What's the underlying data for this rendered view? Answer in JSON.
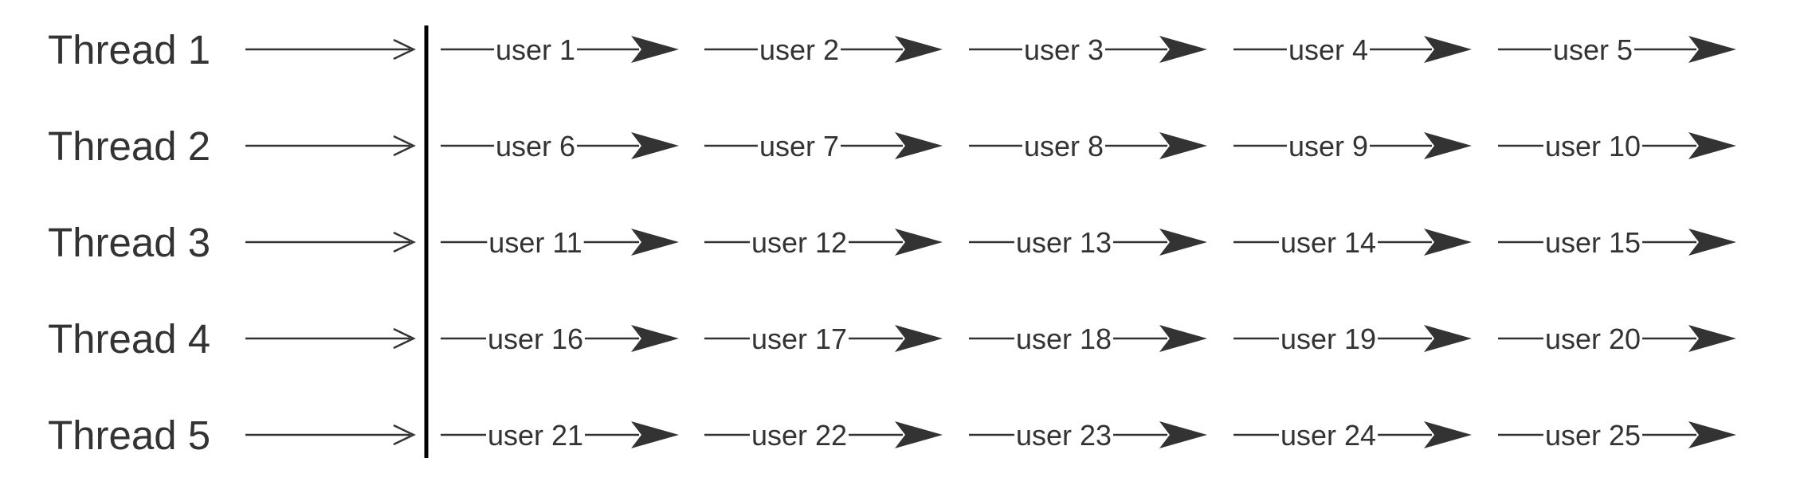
{
  "threads": [
    {
      "label": "Thread 1",
      "users": [
        "user 1",
        "user 2",
        "user 3",
        "user 4",
        "user 5"
      ]
    },
    {
      "label": "Thread 2",
      "users": [
        "user 6",
        "user 7",
        "user 8",
        "user 9",
        "user 10"
      ]
    },
    {
      "label": "Thread 3",
      "users": [
        "user 11",
        "user 12",
        "user 13",
        "user 14",
        "user 15"
      ]
    },
    {
      "label": "Thread 4",
      "users": [
        "user 16",
        "user 17",
        "user 18",
        "user 19",
        "user 20"
      ]
    },
    {
      "label": "Thread 5",
      "users": [
        "user 21",
        "user 22",
        "user 23",
        "user 24",
        "user 25"
      ]
    }
  ],
  "colors": {
    "ink": "#333333",
    "barrier": "#000000",
    "background": "#ffffff"
  }
}
